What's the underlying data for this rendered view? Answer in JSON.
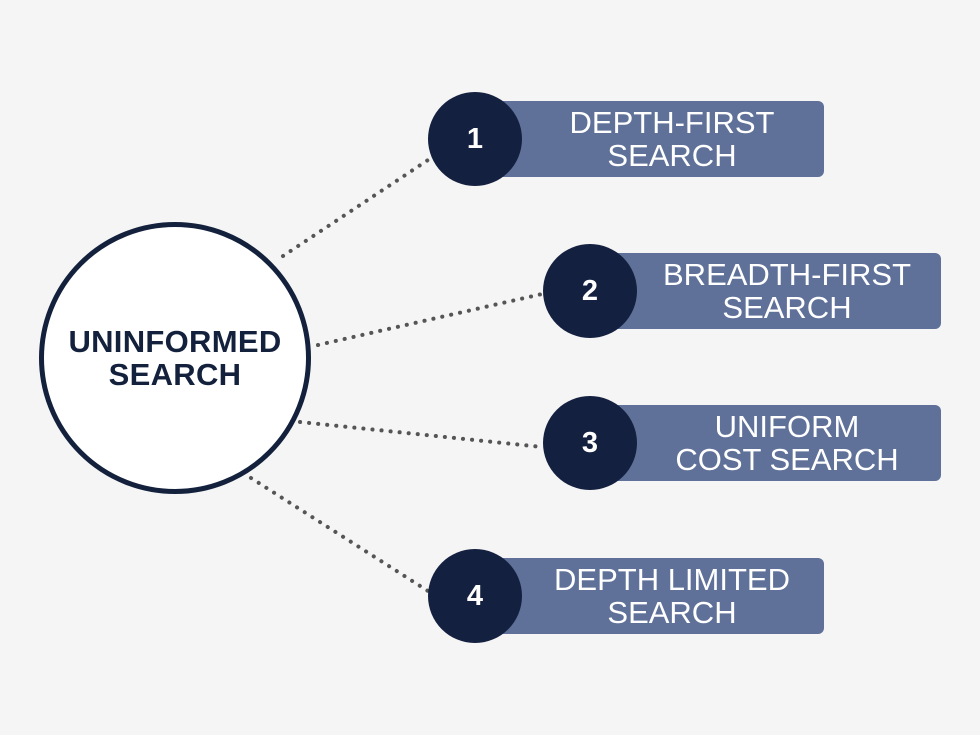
{
  "hub": {
    "label": "UNINFORMED\nSEARCH"
  },
  "items": [
    {
      "number": "1",
      "label": "DEPTH-FIRST\nSEARCH"
    },
    {
      "number": "2",
      "label": "BREADTH-FIRST\nSEARCH"
    },
    {
      "number": "3",
      "label": "UNIFORM\nCOST SEARCH"
    },
    {
      "number": "4",
      "label": "DEPTH LIMITED\nSEARCH"
    }
  ],
  "colors": {
    "background": "#f5f5f5",
    "hub_border": "#14213d",
    "badge": "#14203f",
    "bar": "#5f7199",
    "connector": "#555555"
  }
}
